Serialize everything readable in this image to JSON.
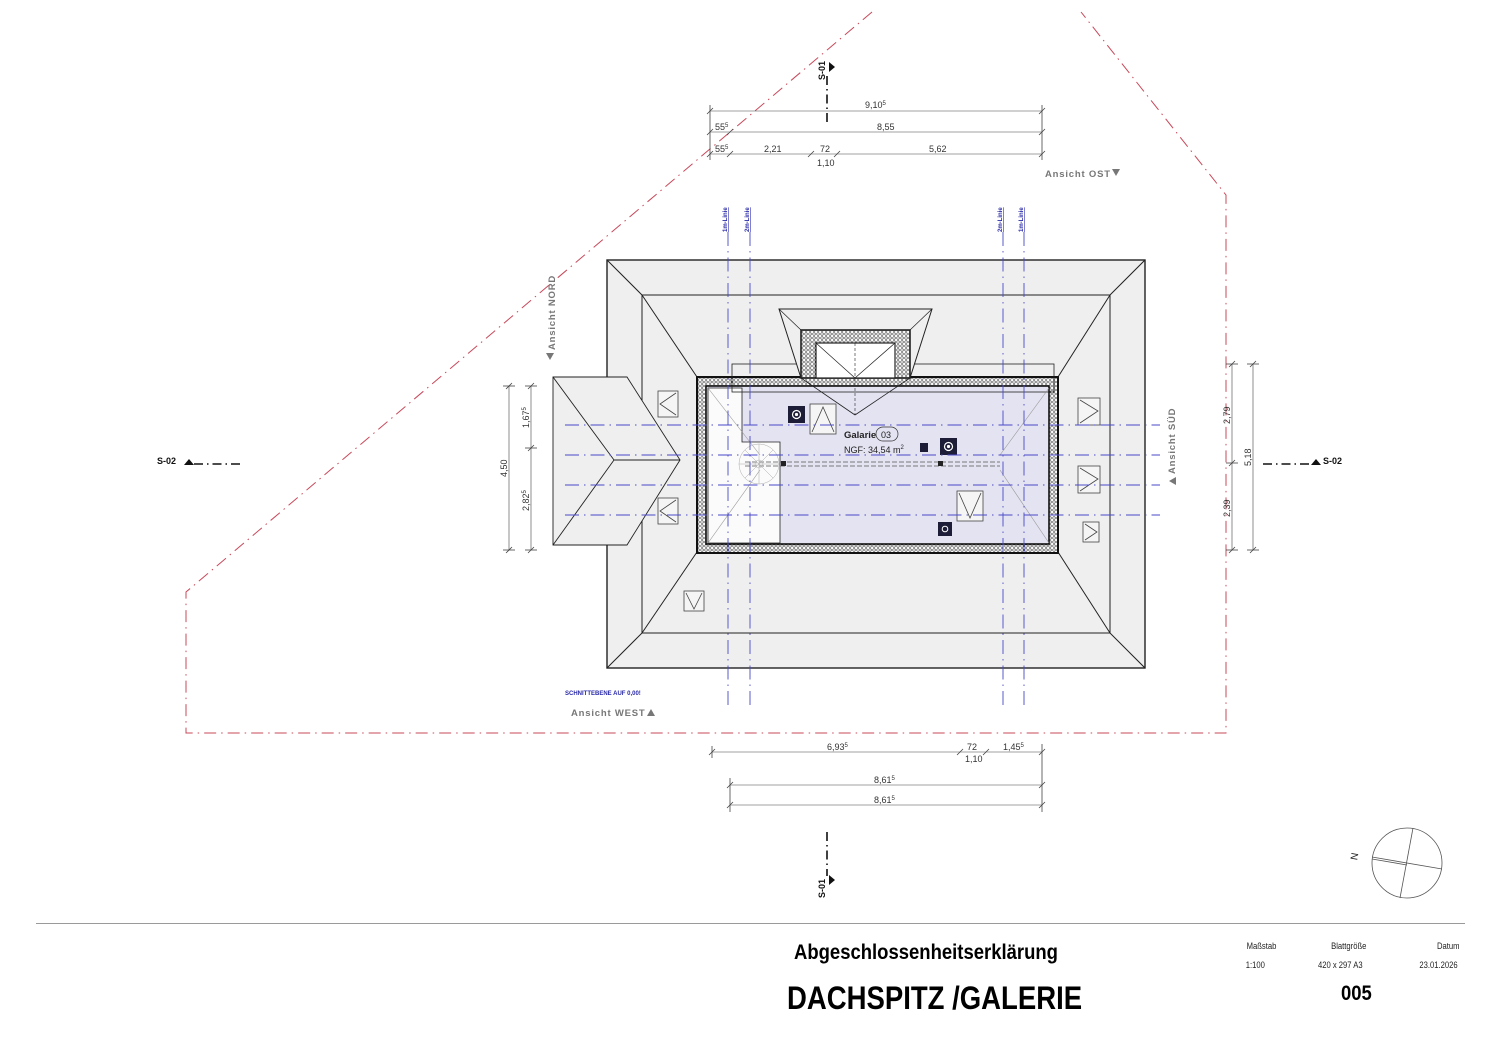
{
  "drawing": {
    "type": "roof floor plan",
    "room": {
      "name": "Galarie",
      "number": "03",
      "area_label": "NGF: 34,54 m",
      "area_sup": "2"
    },
    "note": "SCHNITTEBENE AUF 0,00!",
    "views": {
      "ost": "Ansicht OST",
      "west": "Ansicht WEST",
      "nord": "Ansicht NORD",
      "sued": "Ansicht SÜD"
    },
    "sections": {
      "s01_top": "S-01",
      "s01_bottom": "S-01",
      "s02_left": "S-02",
      "s02_right": "S-02"
    },
    "distance_lines": {
      "left_1m": "1m-Linie",
      "left_2m": "2m-Linie",
      "right_2m": "2m-Linie",
      "right_1m": "1m-Linie"
    },
    "dimensions_top": {
      "row1": {
        "total": "9,10",
        "total_sup": "5"
      },
      "row2": {
        "a": "55",
        "a_sup": "5",
        "b": "8,55"
      },
      "row3": {
        "a": "55",
        "a_sup": "5",
        "b": "2,21",
        "c": "72",
        "c_below": "1,10",
        "d": "5,62"
      }
    },
    "dimensions_bottom": {
      "row1": {
        "a": "6,93",
        "a_sup": "5",
        "b": "72",
        "b_below": "1,10",
        "c": "1,45",
        "c_sup": "5"
      },
      "row2": {
        "total": "8,61",
        "total_sup": "5"
      },
      "row3": {
        "total": "8,61",
        "total_sup": "5"
      }
    },
    "dimensions_left": {
      "total": "4,50",
      "upper": "1,67",
      "upper_sup": "5",
      "lower": "2,82",
      "lower_sup": "5"
    },
    "dimensions_right": {
      "upper": "2,79",
      "lower": "2,39",
      "total": "5,18"
    },
    "north_arrow": {
      "label": "N"
    },
    "colors": {
      "property_line": "#c8485a",
      "distance_line": "#4a4ac8",
      "room_fill": "#e4e3f2",
      "roof_fill": "#efefef",
      "line": "#222222"
    }
  },
  "title_block": {
    "subtitle": "Abgeschlossenheitserklärung",
    "title": "DACHSPITZ /GALERIE",
    "scale_label": "Maßstab",
    "scale_value": "1:100",
    "sheet_size_label": "Blattgröße",
    "sheet_size_value": "420 x 297 A3",
    "date_label": "Datum",
    "date_value": "23.01.2026",
    "sheet_number": "005"
  }
}
